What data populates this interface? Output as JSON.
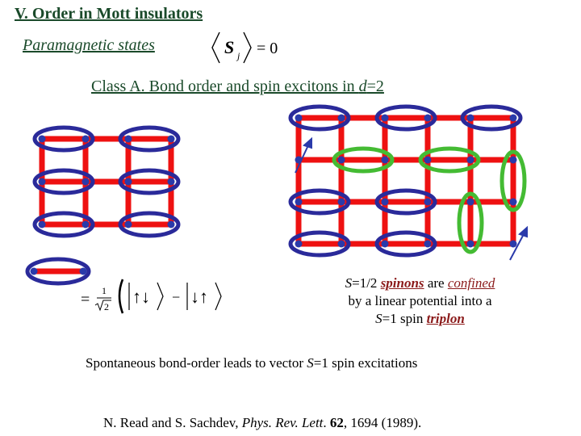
{
  "title": "V. Order in Mott insulators",
  "paramagnetic": "Paramagnetic states",
  "equation": {
    "S": "S",
    "j": "j",
    "equals_zero": "= 0"
  },
  "classA": {
    "prefix": "Class A. Bond order and spin excitons in ",
    "d": "d",
    "suffix": "=2"
  },
  "singlet": {
    "eq": "=",
    "num": "1",
    "den": "2",
    "ket1": "↑↓",
    "minus": "−",
    "ket2": "↓↑"
  },
  "confinement": {
    "s1": "S",
    "t1": "=1/2 ",
    "spinons": "spinons",
    "t2": " are ",
    "confined": "confined",
    "line2": "by a linear potential into a",
    "s2": "S",
    "t3": "=1 spin ",
    "triplon": "triplon"
  },
  "spontaneous": {
    "prefix": "Spontaneous bond-order leads to vector ",
    "S": "S",
    "suffix": "=1 spin excitations"
  },
  "reference": {
    "authors": "N. Read and S. Sachdev, ",
    "journal": "Phys. Rev. Lett",
    "dot": ". ",
    "volume": "62",
    "rest": ", 1694 (1989)."
  },
  "colors": {
    "bond": "#ee1111",
    "dimer": "#2a2a9a",
    "triplon": "#44bb33",
    "site": "#2a3aaa",
    "text_title": "#1a4a2a"
  }
}
